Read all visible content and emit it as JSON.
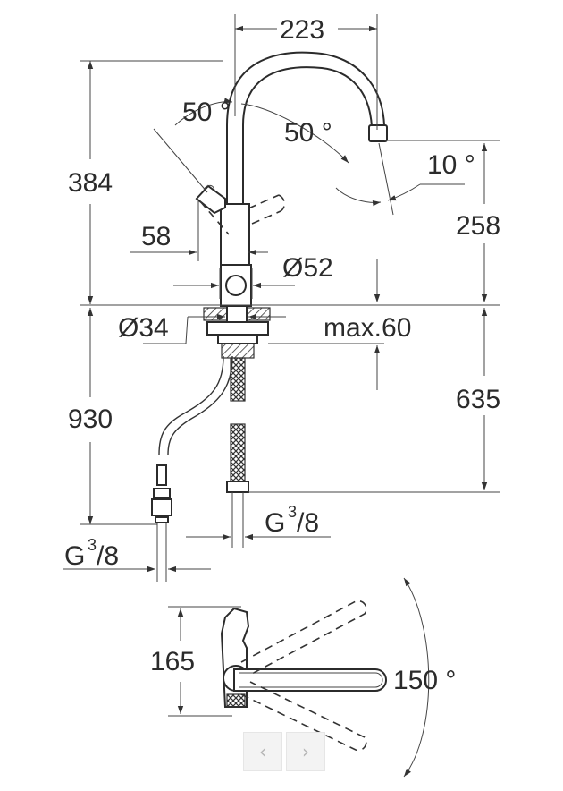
{
  "dimensions": {
    "width_top": "223",
    "height_above_deck": "384",
    "angle_handle_left": "50 °",
    "angle_handle_right": "50 °",
    "angle_spout": "10 °",
    "spout_height": "258",
    "handle_offset": "58",
    "body_diameter": "Ø52",
    "hole_diameter": "Ø34",
    "max_deck_thickness": "max.60",
    "hose_length": "930",
    "hose_below_deck": "635",
    "thread_right": "G",
    "thread_left": "G",
    "thread_fraction_num": "3",
    "thread_fraction_den": "/8",
    "plan_depth": "165",
    "swivel_angle": "150 °"
  },
  "navigation": {
    "prev_icon": "chevron-left-icon",
    "next_icon": "chevron-right-icon",
    "prev_glyph": "‹",
    "next_glyph": "›"
  }
}
